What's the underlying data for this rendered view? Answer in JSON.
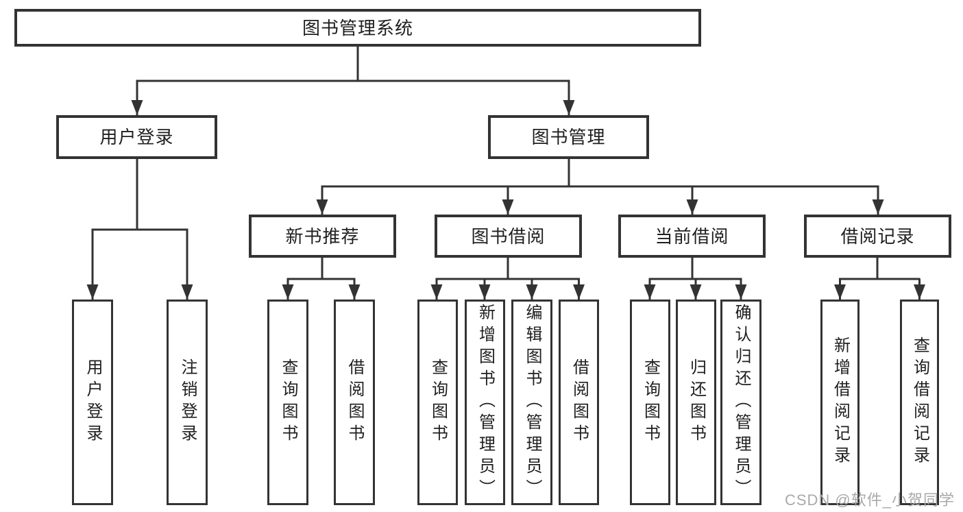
{
  "diagram": {
    "title": "图书管理系统",
    "nodes": {
      "user_login": {
        "label": "用户登录",
        "children": [
          "用户登录",
          "注销登录"
        ]
      },
      "book_management": {
        "label": "图书管理",
        "children": {
          "new_book_recommend": {
            "label": "新书推荐",
            "children": [
              "查询图书",
              "借阅图书"
            ]
          },
          "book_borrowing": {
            "label": "图书借阅",
            "children": [
              "查询图书",
              "新增图书（管理员）",
              "编辑图书（管理员）",
              "借阅图书"
            ]
          },
          "current_borrowing": {
            "label": "当前借阅",
            "children": [
              "查询图书",
              "归还图书",
              "确认归还（管理员）"
            ]
          },
          "borrowing_records": {
            "label": "借阅记录",
            "children": [
              "新增借阅记录",
              "查询借阅记录"
            ]
          }
        }
      }
    }
  },
  "watermark": {
    "text": "CSDN @软件_小贺同学"
  },
  "colors": {
    "line": "#333333",
    "text": "#1f1f1f",
    "watermark": "#a9a9a9",
    "bg": "#ffffff"
  }
}
